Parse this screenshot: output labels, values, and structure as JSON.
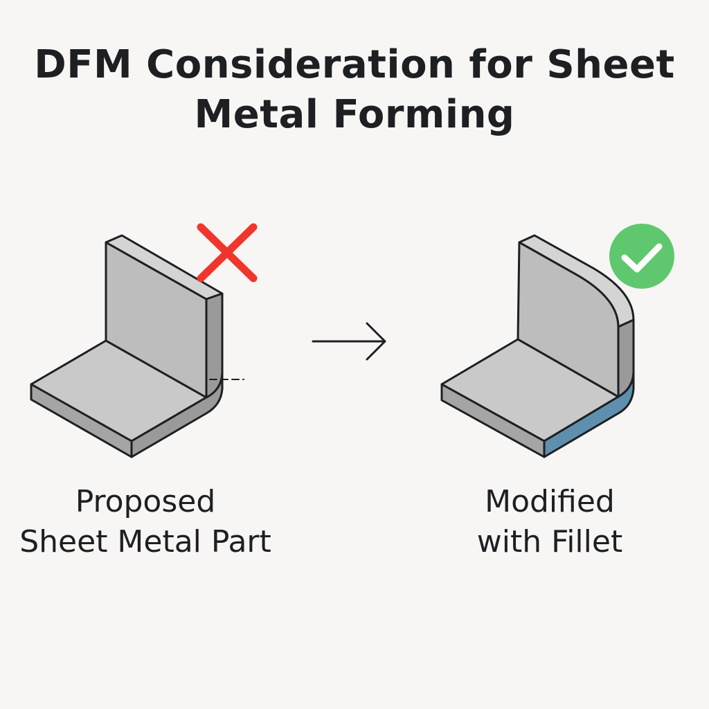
{
  "title": {
    "line1": "DFM Consideration for Sheet",
    "line2": "Metal Forming"
  },
  "left_part": {
    "caption_line1": "Proposed",
    "caption_line2": "Sheet Metal Part",
    "status_icon": "cross-icon",
    "status_color": "#f0362c"
  },
  "right_part": {
    "caption_line1": "Modified",
    "caption_line2": "with Fillet",
    "status_icon": "check-circle-icon",
    "status_color": "#5fc86e",
    "highlight_color": "#5f8fae"
  },
  "transition_icon": "arrow-right-icon",
  "colors": {
    "part_top": "#c9c9c9",
    "part_face": "#bdbdbd",
    "part_edge": "#9a9a9a",
    "outline": "#1d1f22",
    "background": "#f7f6f4"
  }
}
